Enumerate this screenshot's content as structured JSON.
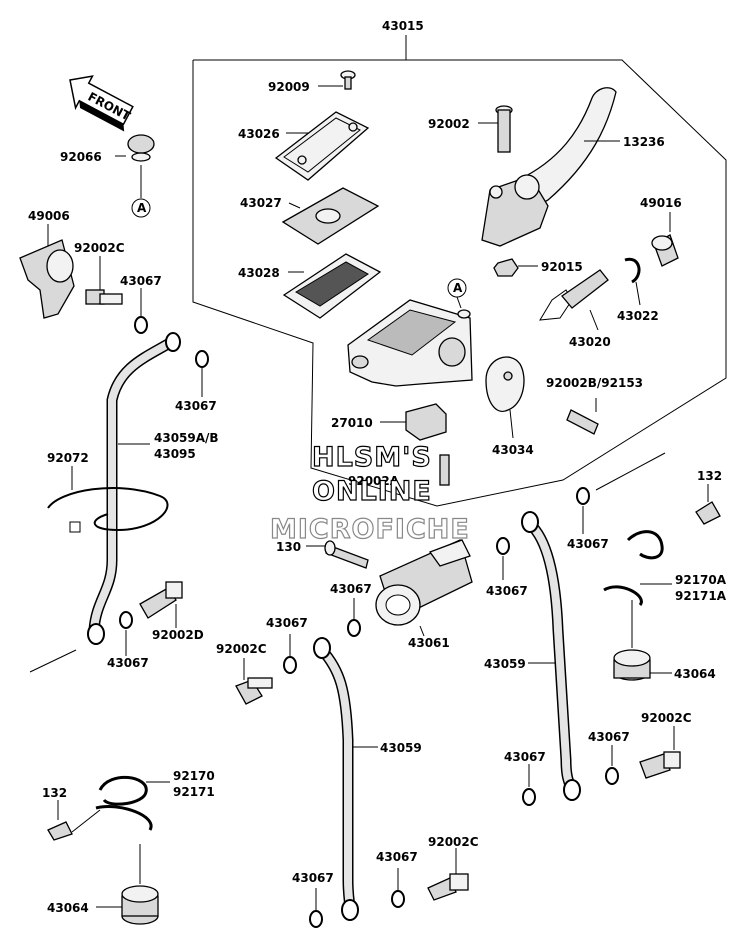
{
  "front_label": "FRONT",
  "callout_letter": "A",
  "watermark": [
    "HLSM'S",
    "ONLINE",
    "MICROFICHE"
  ],
  "labels": {
    "l43015": "43015",
    "l92009": "92009",
    "l43026": "43026",
    "l92002": "92002",
    "l13236": "13236",
    "l43027": "43027",
    "l49016": "49016",
    "l43028": "43028",
    "l92015": "92015",
    "l43022": "43022",
    "l43020": "43020",
    "l92066": "92066",
    "l49006": "49006",
    "l92002C_a": "92002C",
    "l43067_a": "43067",
    "l43067_b": "43067",
    "l43059AB": "43059A/B",
    "l43095": "43095",
    "l92072": "92072",
    "l92002B": "92002B/92153",
    "l27010": "27010",
    "l43034": "43034",
    "l92002A": "92002A",
    "l132_a": "132",
    "l130": "130",
    "l43067_c": "43067",
    "l43067_d": "43067",
    "l43067_e": "43067",
    "l43061": "43061",
    "l92170A": "92170A",
    "l92171A": "92171A",
    "l92002D": "92002D",
    "l43067_f": "43067",
    "l43067_g": "43067",
    "l92002C_b": "92002C",
    "l43059_a": "43059",
    "l43064_a": "43064",
    "l43059_b": "43059",
    "l92002C_c": "92002C",
    "l43067_h": "43067",
    "l43067_i": "43067",
    "l92170": "92170",
    "l92171": "92171",
    "l132_b": "132",
    "l43064_b": "43064",
    "l43067_j": "43067",
    "l92002C_d": "92002C",
    "l43067_k": "43067"
  }
}
